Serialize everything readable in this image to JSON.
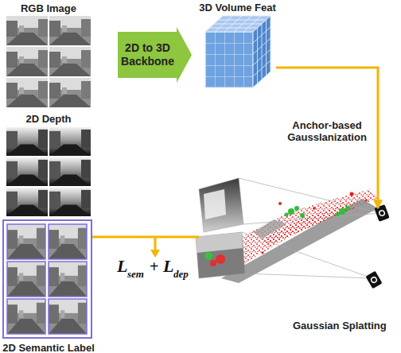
{
  "diagram": {
    "nodes": [
      {
        "text": [
          "RGB Image"
        ]
      },
      {
        "text": [
          "2D to 3D Backbone"
        ]
      },
      {
        "text": [
          "3D Volume Feat"
        ]
      },
      {
        "text": [
          "2D Depth"
        ]
      },
      {
        "text": [
          "2D Semantic Label"
        ]
      },
      {
        "text": [
          "Gaussian Splatting"
        ]
      }
    ],
    "edges": [
      {
        "from": 2,
        "to": 5,
        "label": "Anchor-based Gausslanization",
        "arrow": "to"
      },
      {
        "from": 5,
        "to": 4,
        "arrow": "none"
      }
    ],
    "labels": [
      "L",
      "sem",
      "+",
      "L",
      "dep"
    ]
  }
}
